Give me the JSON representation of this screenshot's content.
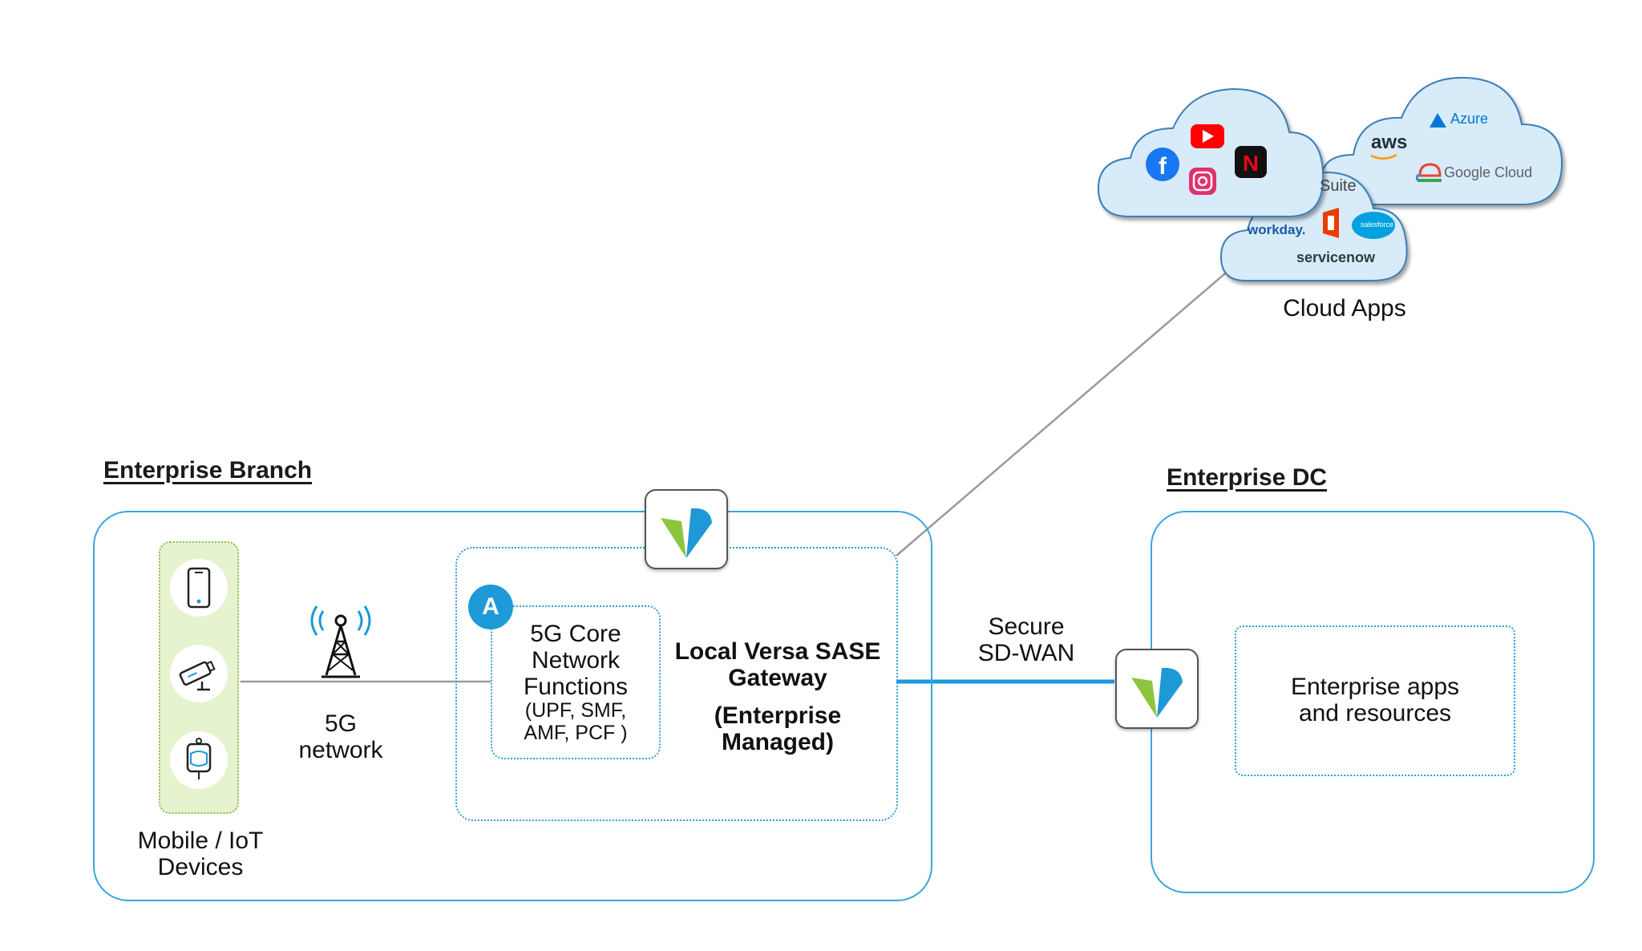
{
  "branch": {
    "title": "Enterprise Branch",
    "devices_label_lines": [
      "Mobile / IoT",
      "Devices"
    ],
    "devices": [
      {
        "icon": "smartphone-icon"
      },
      {
        "icon": "security-camera-icon"
      },
      {
        "icon": "iot-sensor-icon"
      }
    ],
    "network_label_lines": [
      "5G",
      "network"
    ],
    "tower_icon": "cell-tower-icon",
    "core": {
      "badge": "A",
      "title_lines": [
        "5G Core",
        "Network",
        "Functions"
      ],
      "detail_lines": [
        "(UPF, SMF,",
        "AMF, PCF )"
      ]
    },
    "gateway": {
      "title_lines": [
        "Local Versa SASE",
        "Gateway"
      ],
      "sub_lines": [
        "(Enterprise",
        "Managed)"
      ]
    }
  },
  "link": {
    "label_lines": [
      "Secure",
      "SD-WAN"
    ]
  },
  "dc": {
    "title": "Enterprise DC",
    "resources_lines": [
      "Enterprise apps",
      "and resources"
    ]
  },
  "cloud": {
    "label": "Cloud Apps",
    "social_logos": [
      "youtube-icon",
      "facebook-icon",
      "instagram-icon",
      "netflix-icon"
    ],
    "iaas_logos": {
      "azure": "Azure",
      "aws": "aws",
      "google": "Google Cloud"
    },
    "saas_logos": {
      "suite": "Suite",
      "workday": "workday.",
      "salesforce": "salesforce",
      "servicenow": "servicenow",
      "office": "office-icon"
    }
  },
  "colors": {
    "accent_blue": "#2d9fd6",
    "device_green_bg": "#e6f3cf",
    "cloud_fill": "#d7ebf8",
    "versa_green": "#8cc63f",
    "versa_blue": "#1e98d7"
  }
}
